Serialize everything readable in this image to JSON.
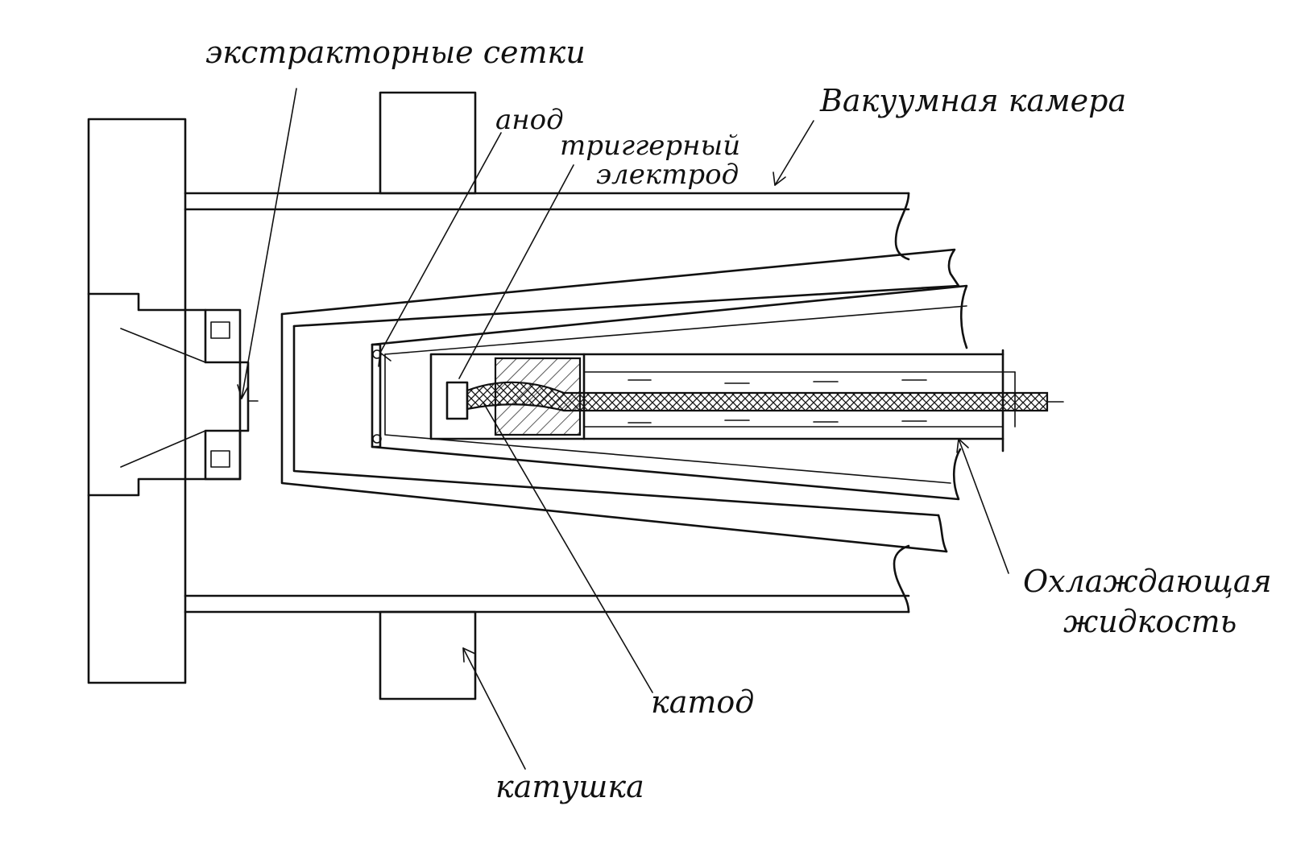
{
  "labels": {
    "extractor_grids": "экстракторные сетки",
    "vacuum_chamber": "Вакуумная камера",
    "anode": "анод",
    "trigger_electrode_line1": "триггерный",
    "trigger_electrode_line2": "электрод",
    "cooling_liquid_line1": "Охлаждающая",
    "cooling_liquid_line2": "жидкость",
    "cathode": "катод",
    "coil": "катушка"
  },
  "colors": {
    "ink": "#111111",
    "paper": "#ffffff"
  }
}
